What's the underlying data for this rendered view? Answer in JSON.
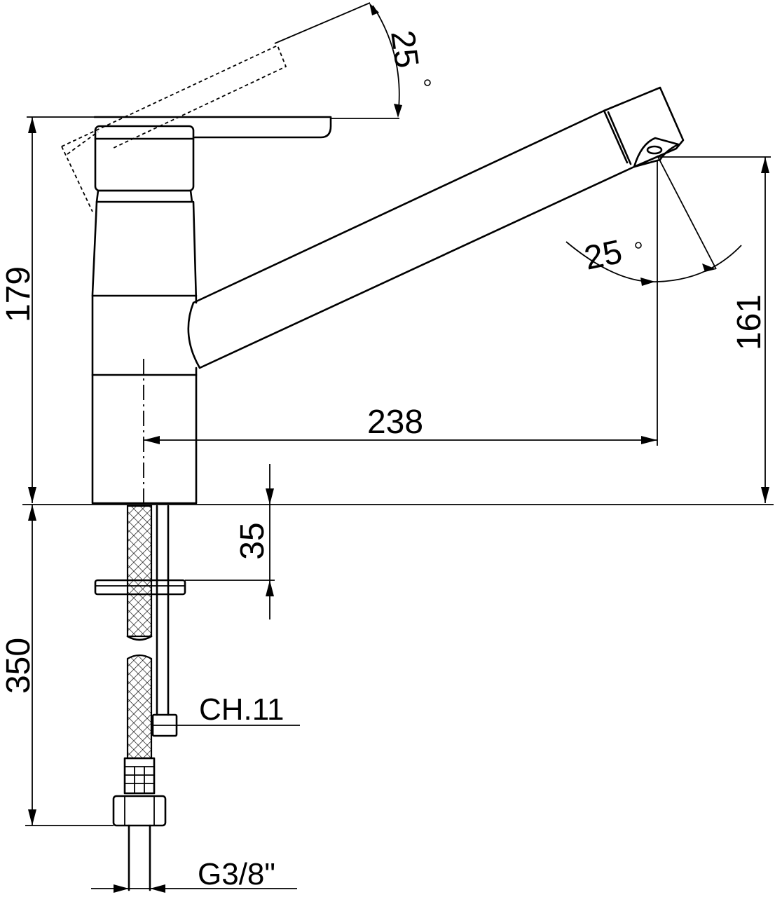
{
  "dimensions": {
    "total_height": "179",
    "spout_height": "161",
    "spout_reach": "238",
    "counter_thickness": "35",
    "hose_length": "350"
  },
  "angles": {
    "lever_rotation": "25",
    "spout_swivel": "25",
    "degree_symbol": "°"
  },
  "notes": {
    "wrench_size": "CH.11",
    "thread": "G3/8\""
  }
}
